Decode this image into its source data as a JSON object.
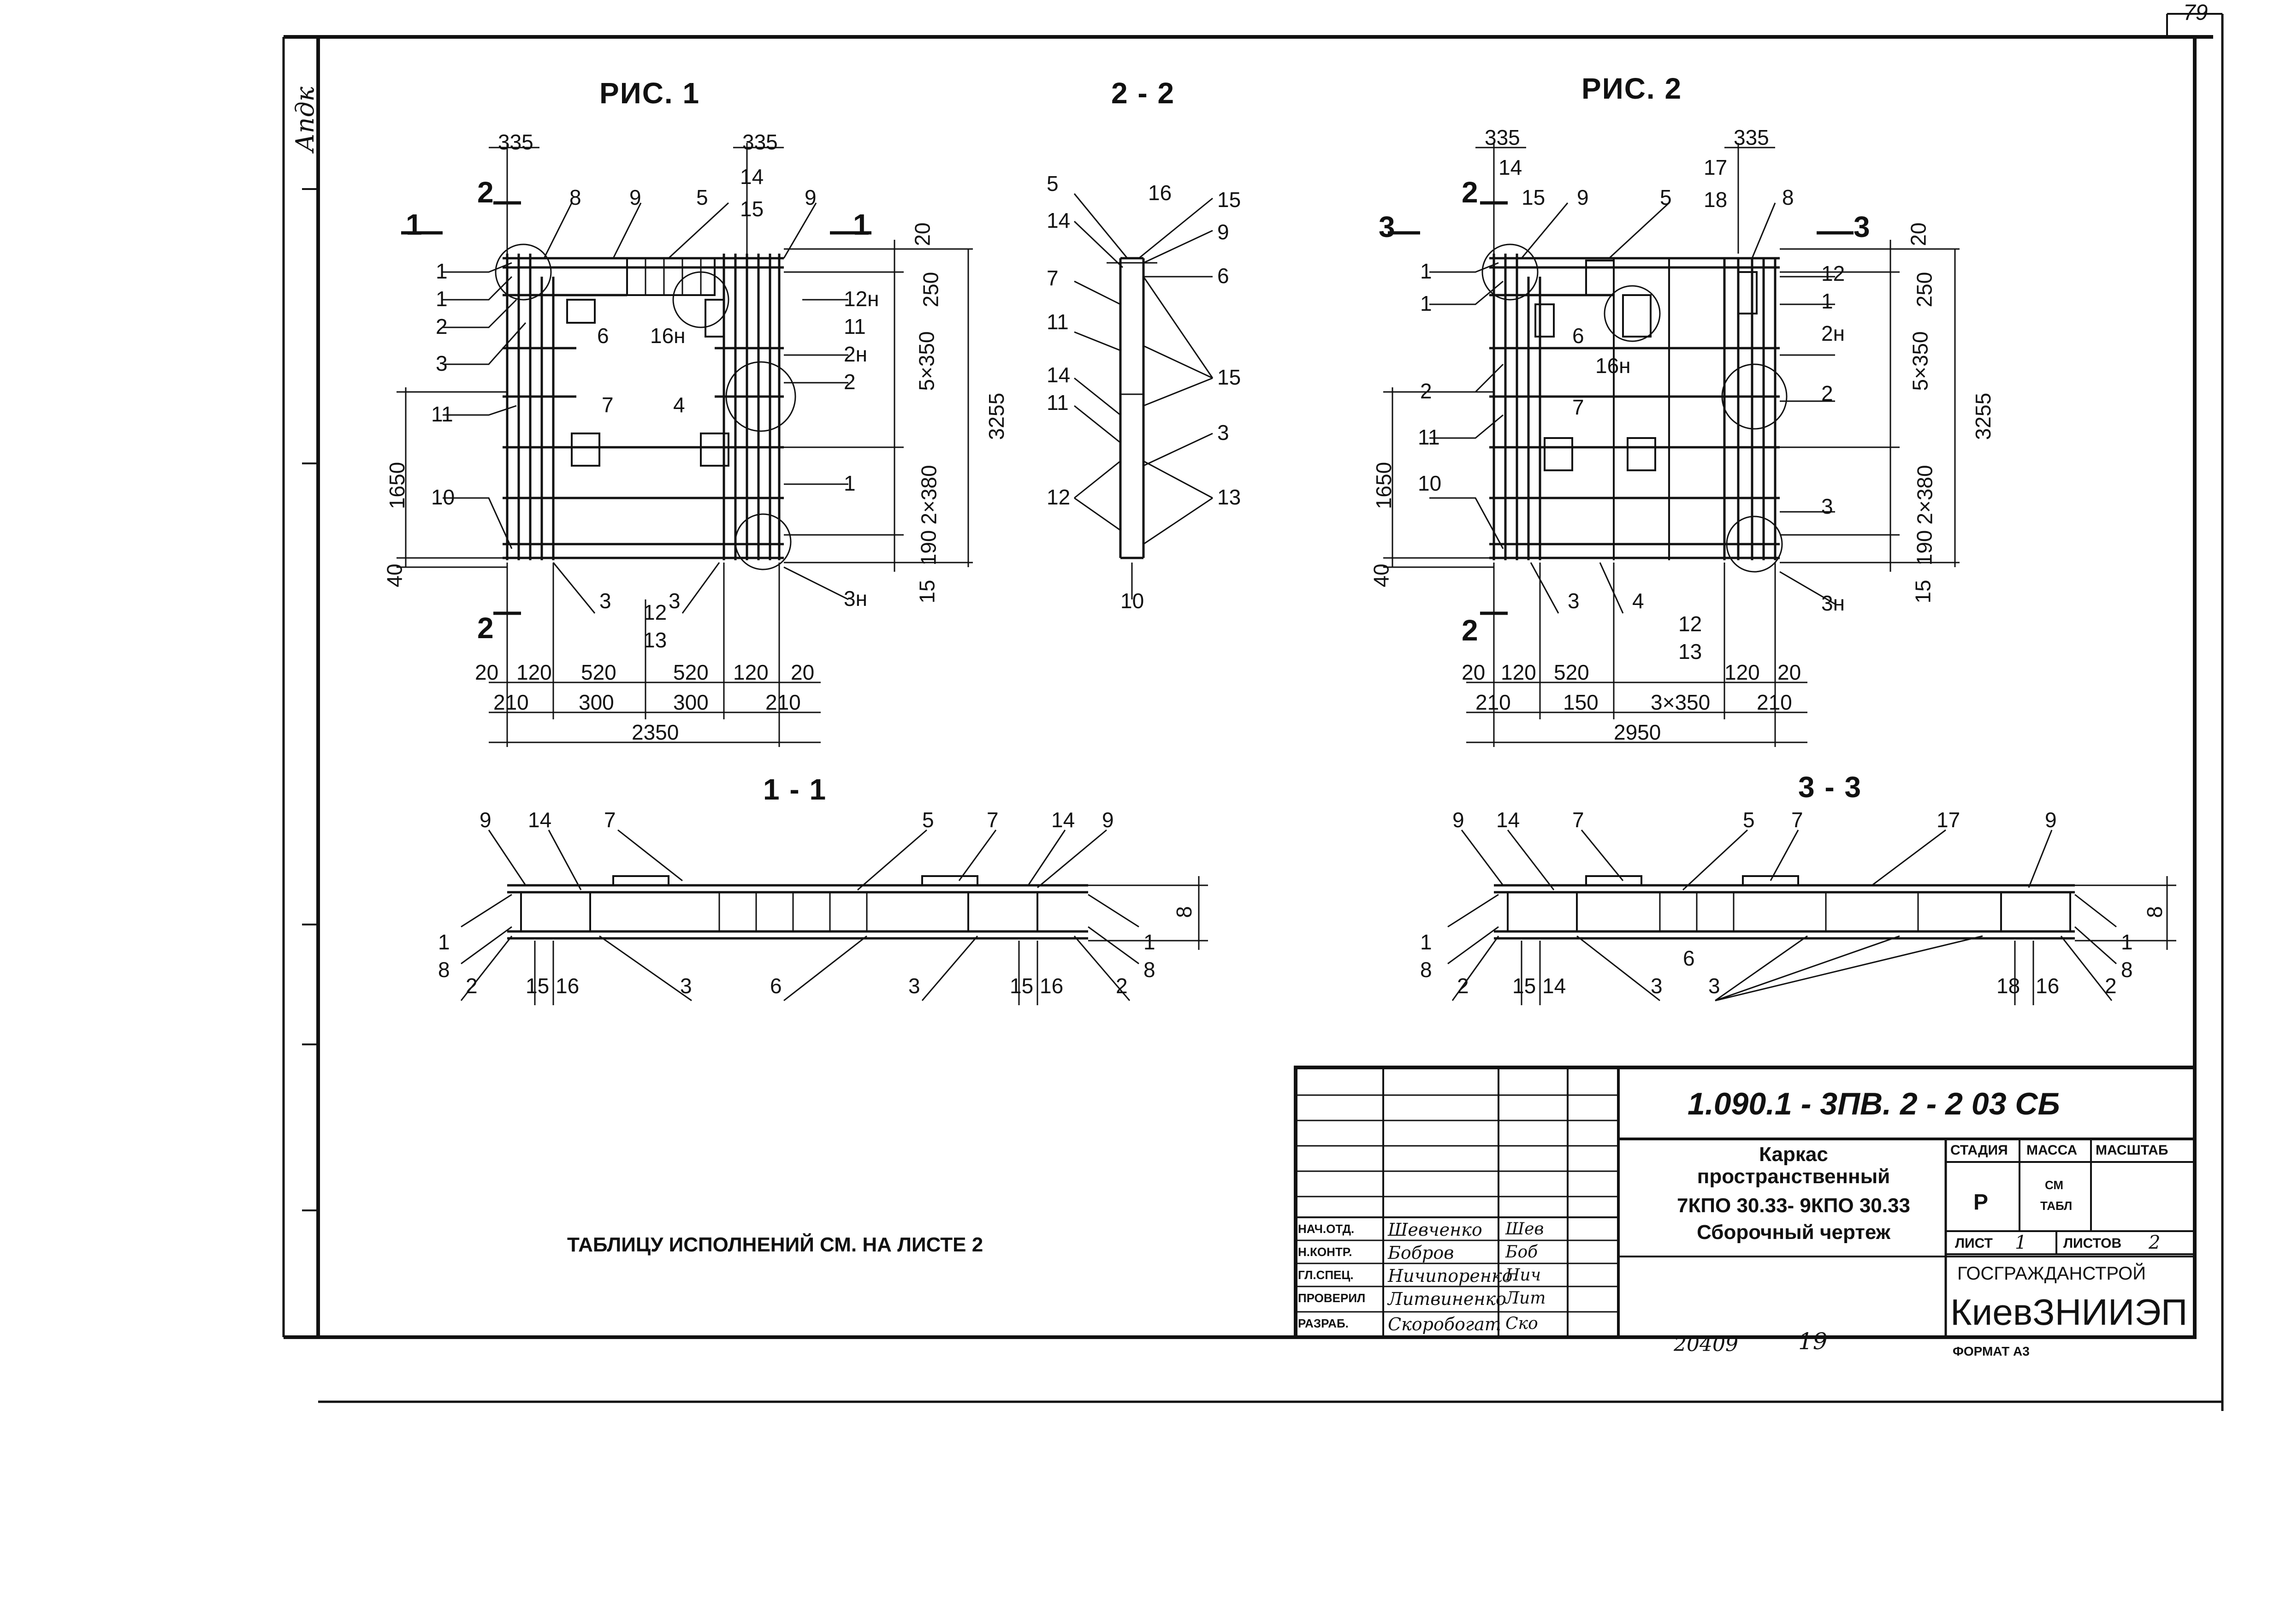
{
  "sheet_number": "79",
  "archive_number": "20409",
  "page_number_bottom": "19",
  "format": "ФОРМАТ А3",
  "note": "ТАБЛИЦУ ИСПОЛНЕНИЙ СМ. НА ЛИСТЕ 2",
  "margin_stamp": "Апдк",
  "titles": {
    "fig1": "РИС. 1",
    "fig2": "РИС. 2",
    "sec22": "2 - 2",
    "sec11": "1 - 1",
    "sec33": "3 - 3"
  },
  "fig1": {
    "dims_top": [
      "335",
      "335"
    ],
    "dims_right": [
      "20",
      "250",
      "5×350",
      "2×380",
      "190",
      "15",
      "3255"
    ],
    "dims_left": [
      "1650",
      "40"
    ],
    "dims_bottom_row1": [
      "20",
      "120",
      "520",
      "520",
      "120",
      "20"
    ],
    "dims_bottom_row2": [
      "210",
      "300",
      "300",
      "210"
    ],
    "dims_bottom_total": "2350",
    "labels_left": [
      "1",
      "1",
      "2",
      "3",
      "11",
      "10"
    ],
    "labels_top": [
      "8",
      "9",
      "5",
      "14",
      "15",
      "9"
    ],
    "labels_right": [
      "12н",
      "16н",
      "11",
      "2н",
      "2",
      "1",
      "3н"
    ],
    "labels_inner": [
      "6",
      "7",
      "4"
    ],
    "labels_bottom": [
      "3",
      "12",
      "13",
      "3"
    ],
    "section_marks": [
      "1",
      "1",
      "2",
      "2"
    ]
  },
  "fig2": {
    "dims_top": [
      "335",
      "335"
    ],
    "dims_right": [
      "20",
      "250",
      "5×350",
      "2×380",
      "190",
      "15",
      "3255"
    ],
    "dims_left": [
      "1650",
      "40"
    ],
    "dims_bottom_row1": [
      "20",
      "120",
      "520",
      "120",
      "20"
    ],
    "dims_bottom_row2": [
      "210",
      "150",
      "3×350",
      "210"
    ],
    "dims_bottom_total": "2950",
    "labels_left": [
      "1",
      "1",
      "2",
      "11",
      "10"
    ],
    "labels_top": [
      "14",
      "15",
      "9",
      "5",
      "17",
      "18",
      "8"
    ],
    "labels_right": [
      "12",
      "1",
      "2н",
      "2",
      "3",
      "3н"
    ],
    "labels_inner": [
      "6",
      "16н",
      "7"
    ],
    "labels_bottom": [
      "3",
      "4",
      "12",
      "13"
    ],
    "section_marks": [
      "2",
      "3",
      "3",
      "2"
    ]
  },
  "sec22": {
    "labels_left": [
      "5",
      "14",
      "7",
      "11",
      "14",
      "11",
      "12"
    ],
    "labels_right": [
      "16",
      "15",
      "9",
      "6",
      "15",
      "3",
      "13"
    ],
    "label_bottom": "10"
  },
  "sec11": {
    "labels_top": [
      "9",
      "14",
      "7",
      "5",
      "7",
      "14",
      "9"
    ],
    "labels_bottom": [
      "2",
      "15",
      "16",
      "3",
      "6",
      "3",
      "15",
      "16",
      "2"
    ],
    "labels_side": [
      "1",
      "8",
      "1",
      "8"
    ],
    "dim_height": "8"
  },
  "sec33": {
    "labels_top": [
      "9",
      "14",
      "7",
      "5",
      "7",
      "17",
      "9"
    ],
    "labels_bottom": [
      "2",
      "15",
      "14",
      "3",
      "6",
      "3",
      "18",
      "16",
      "2"
    ],
    "labels_side": [
      "1",
      "8",
      "1",
      "8"
    ],
    "dim_height": "8"
  },
  "title_block": {
    "code": "1.090.1 - 3ПВ. 2 - 2    03 СБ",
    "name_lines": [
      "Каркас",
      "пространственный",
      "7КПО 30.33- 9КПО 30.33",
      "Сборочный чертеж"
    ],
    "stage_header": "СТАДИЯ",
    "mass_header": "МАССА",
    "scale_header": "МАСШТАБ",
    "stage": "Р",
    "mass_line1": "СМ",
    "mass_line2": "ТАБЛ",
    "sheet_label": "ЛИСТ",
    "sheet_value": "1",
    "sheets_label": "ЛИСТОВ",
    "sheets_value": "2",
    "org_line1": "ГОСГРАЖДАНСТРОЙ",
    "org_line2": "КиевЗНИИЭП",
    "roles": [
      {
        "role": "НАЧ.ОТД.",
        "name": "Шевченко",
        "sign": "Шев"
      },
      {
        "role": "Н.КОНТР.",
        "name": "Бобров",
        "sign": "Боб"
      },
      {
        "role": "ГЛ.СПЕЦ.",
        "name": "Ничипоренко",
        "sign": "Нич"
      },
      {
        "role": "ПРОВЕРИЛ",
        "name": "Литвиненко",
        "sign": "Лит"
      },
      {
        "role": "РАЗРАБ.",
        "name": "Скоробогат",
        "sign": "Ско"
      }
    ]
  }
}
